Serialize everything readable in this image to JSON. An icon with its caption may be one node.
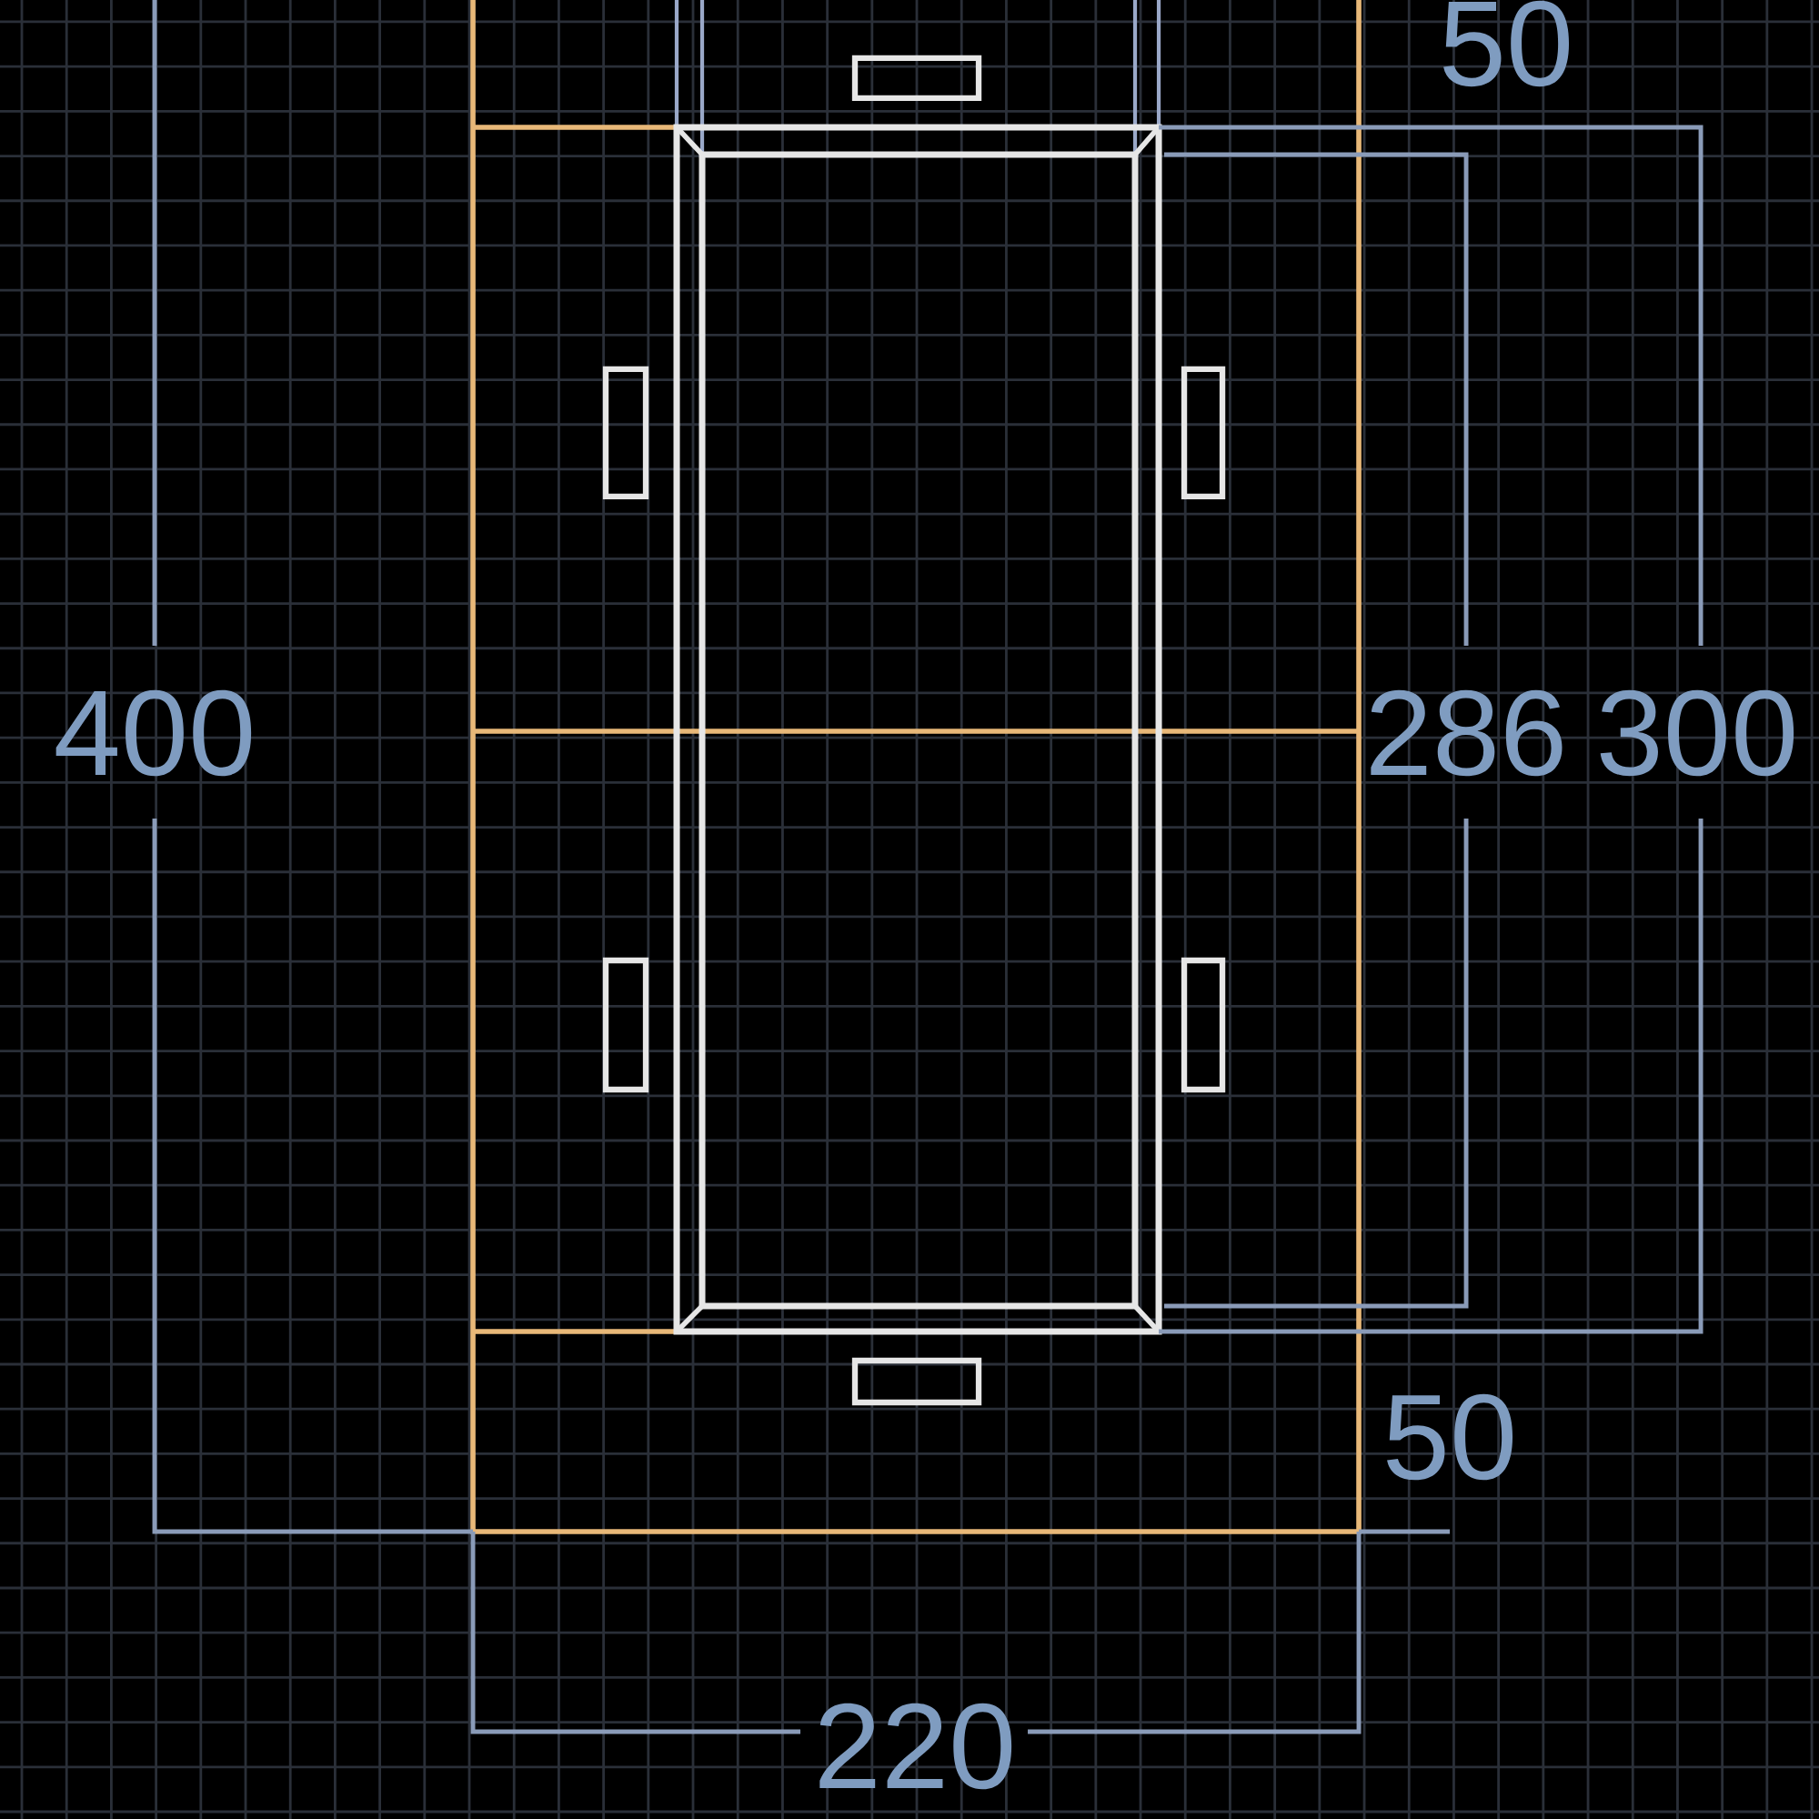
{
  "diagram": {
    "labels": [
      "50",
      "400",
      "286",
      "300",
      "50",
      "220"
    ]
  }
}
